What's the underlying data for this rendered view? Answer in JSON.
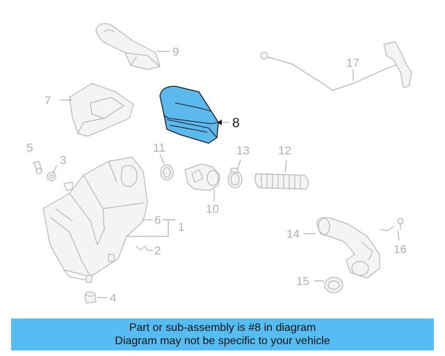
{
  "callouts": {
    "c1": "1",
    "c2": "2",
    "c3": "3",
    "c4": "4",
    "c5": "5",
    "c6": "6",
    "c7": "7",
    "c8": "8",
    "c9": "9",
    "c10": "10",
    "c11": "11",
    "c12": "12",
    "c13": "13",
    "c14": "14",
    "c15": "15",
    "c16": "16",
    "c17": "17"
  },
  "banner": {
    "line1": "Part or sub-assembly is #8 in diagram",
    "line2": "Diagram may not be specific to your vehicle"
  },
  "colors": {
    "highlight": "#5bb9ee",
    "banner": "#55bdf2",
    "parts": "#b8b8b8"
  }
}
